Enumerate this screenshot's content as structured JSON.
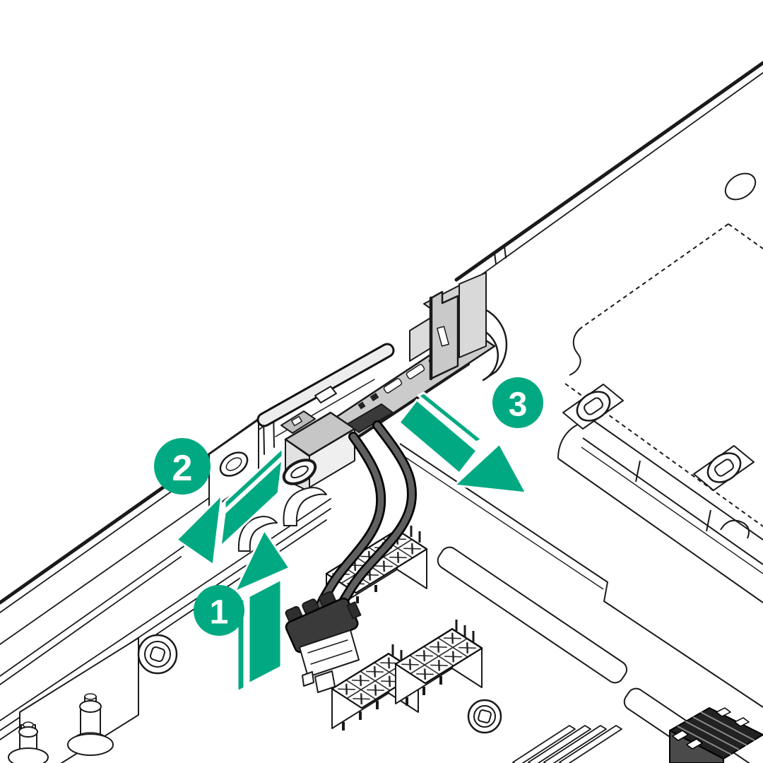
{
  "figure": {
    "alt": "Isometric line-art service illustration of a 1U server chassis showing removal of the front power switch module with attached cable: step 1 lift module up, step 2 slide module out of the chassis wall, step 3 move module and cable assembly away",
    "palette": {
      "accent_green": "#01A982",
      "line": "#1a1a1a",
      "background": "#ffffff",
      "part_gray": "#c9c9c9",
      "cable_gray": "#606060",
      "connector_dark": "#3a3a3a"
    },
    "steps": [
      {
        "number": "1",
        "direction": "up"
      },
      {
        "number": "2",
        "direction": "down-left"
      },
      {
        "number": "3",
        "direction": "down-right"
      }
    ]
  }
}
